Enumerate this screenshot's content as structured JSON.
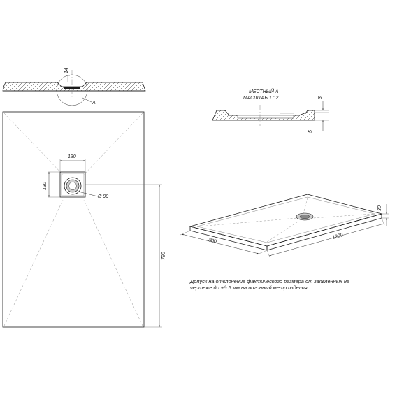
{
  "section_view": {
    "dim_depth": "14",
    "callout_label": "A"
  },
  "plan_view": {
    "drain_width": "130",
    "drain_height": "130",
    "drain_diameter": "Ø 90",
    "overall_length": "790"
  },
  "detail_a": {
    "title_line1": "МЕСТНЫЙ А",
    "title_line2": "МАСШТАБ 1 : 2",
    "dim_top": "3",
    "dim_side": "5"
  },
  "iso_view": {
    "dim_width": "800",
    "dim_length": "1200",
    "dim_height": "30"
  },
  "tolerance_note": {
    "line1": "Допуск на отклонение фактического размера от заявленных на",
    "line2": "чертеже до +/- 5 мм на погонный метр изделия."
  }
}
